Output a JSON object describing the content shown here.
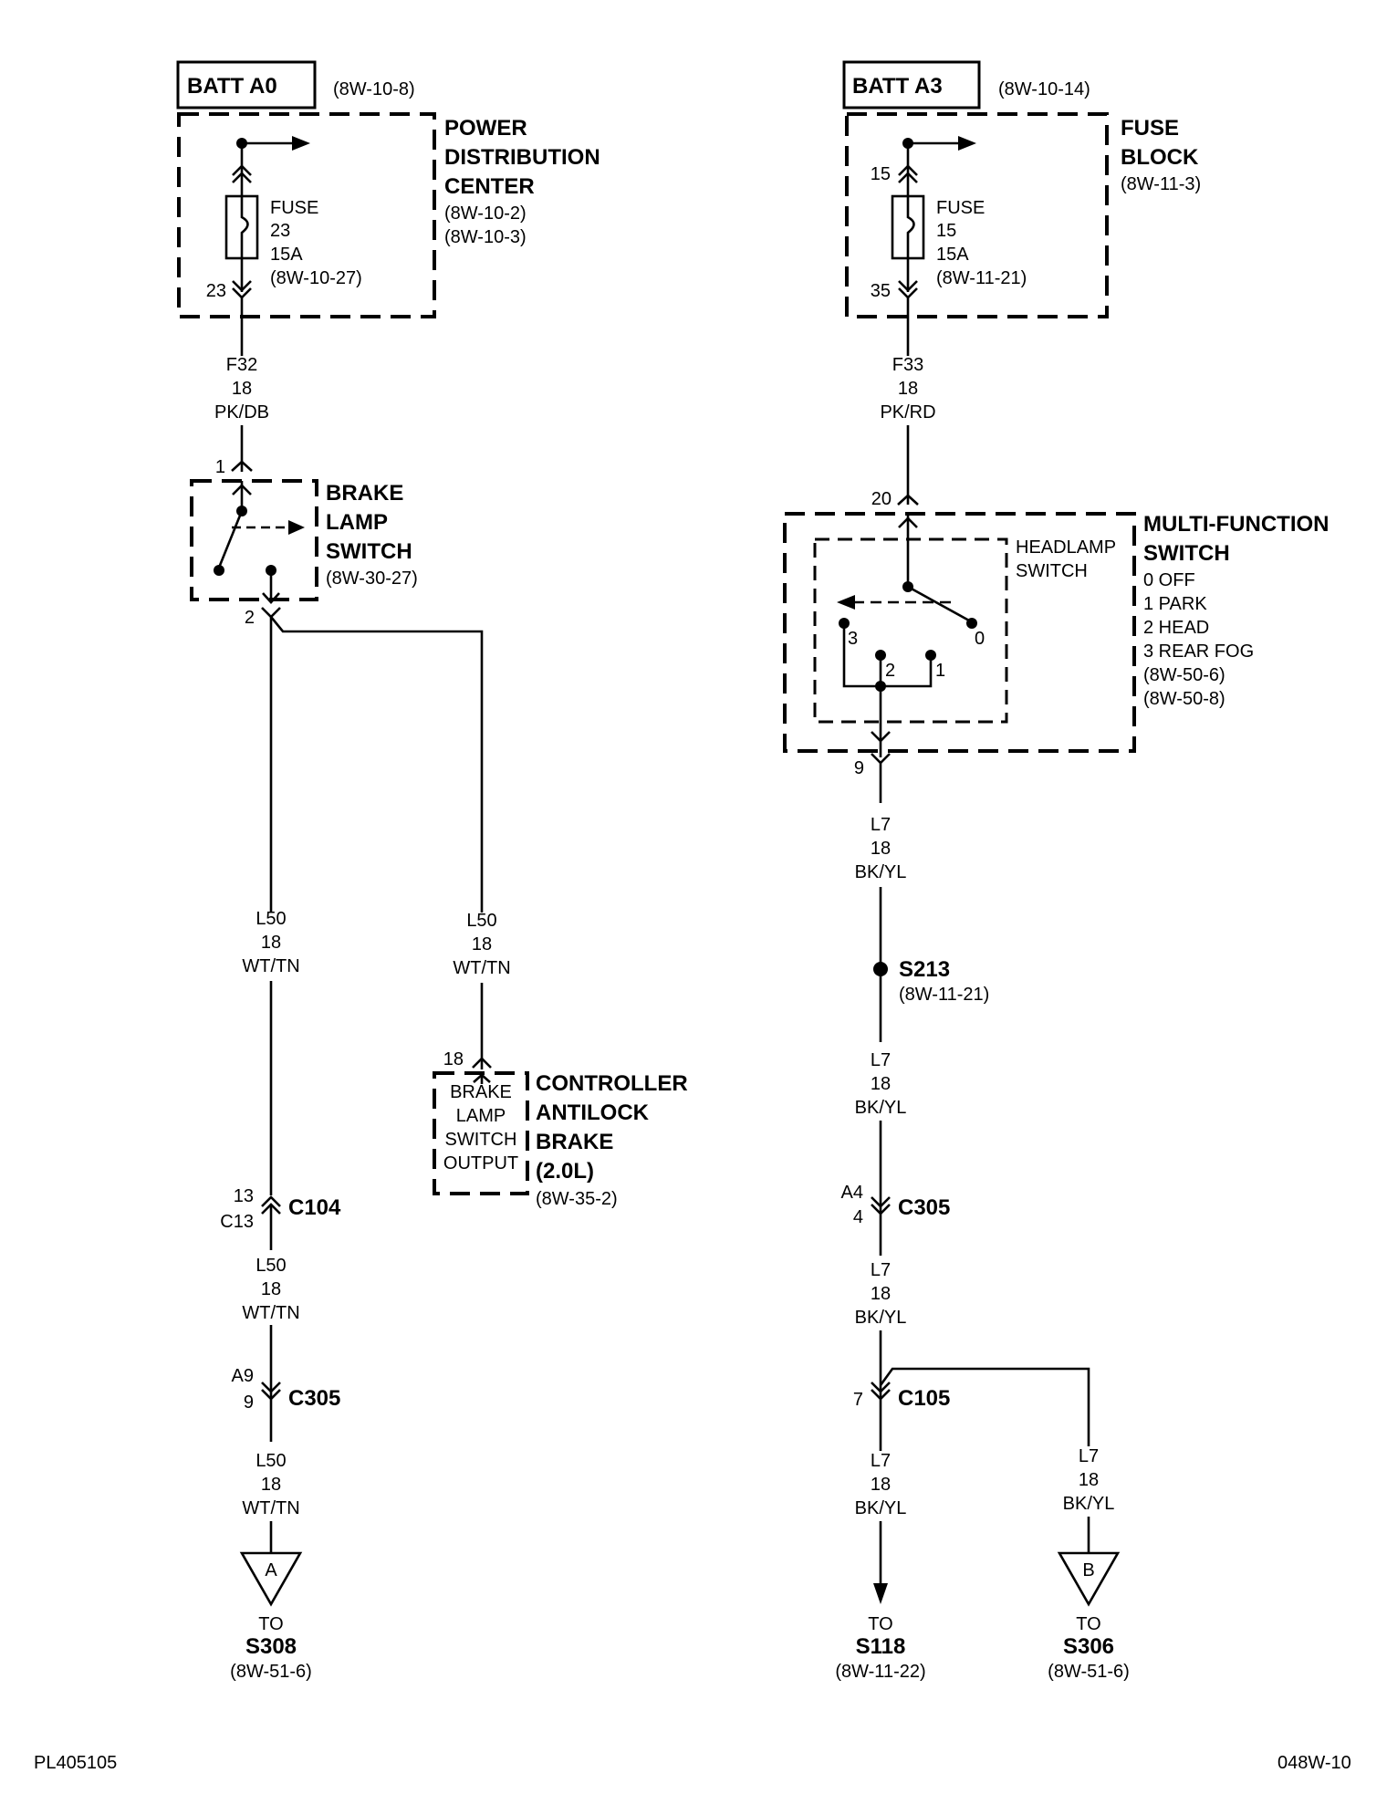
{
  "left": {
    "batt_label": "BATT A0",
    "batt_ref": "(8W-10-8)",
    "pdc_title": [
      "POWER",
      "DISTRIBUTION",
      "CENTER"
    ],
    "pdc_refs": [
      "(8W-10-2)",
      "(8W-10-3)"
    ],
    "fuse_lines": [
      "FUSE",
      "23",
      "15A",
      "(8W-10-27)"
    ],
    "fuse_pin": "23",
    "wire_f32": [
      "F32",
      "18",
      "PK/DB"
    ],
    "switch_pin_in": "1",
    "switch_title": [
      "BRAKE",
      "LAMP",
      "SWITCH"
    ],
    "switch_ref": "(8W-30-27)",
    "switch_pin_out": "2",
    "wire_l50_a": [
      "L50",
      "18",
      "WT/TN"
    ],
    "wire_l50_b": [
      "L50",
      "18",
      "WT/TN"
    ],
    "ctrl_pin": "18",
    "ctrl_box": [
      "BRAKE",
      "LAMP",
      "SWITCH",
      "OUTPUT"
    ],
    "ctrl_title": [
      "CONTROLLER",
      "ANTILOCK",
      "BRAKE",
      "(2.0L)"
    ],
    "ctrl_ref": "(8W-35-2)",
    "c104_pins": [
      "13",
      "C13"
    ],
    "c104_label": "C104",
    "wire_l50_c": [
      "L50",
      "18",
      "WT/TN"
    ],
    "c305_pins": [
      "A9",
      "9"
    ],
    "c305_label": "C305",
    "wire_l50_d": [
      "L50",
      "18",
      "WT/TN"
    ],
    "term_letter": "A",
    "term_to": "TO",
    "term_dest": "S308",
    "term_ref": "(8W-51-6)"
  },
  "right": {
    "batt_label": "BATT A3",
    "batt_ref": "(8W-10-14)",
    "fb_title": [
      "FUSE",
      "BLOCK"
    ],
    "fb_ref": "(8W-11-3)",
    "fuse_top_pin": "15",
    "fuse_lines": [
      "FUSE",
      "15",
      "15A",
      "(8W-11-21)"
    ],
    "fuse_pin": "35",
    "wire_f33": [
      "F33",
      "18",
      "PK/RD"
    ],
    "mfs_pin_in": "20",
    "headlamp_label": [
      "HEADLAMP",
      "SWITCH"
    ],
    "mfs_title": [
      "MULTI-FUNCTION",
      "SWITCH"
    ],
    "mfs_positions": [
      "0 OFF",
      "1 PARK",
      "2 HEAD",
      "3 REAR FOG",
      "(8W-50-6)",
      "(8W-50-8)"
    ],
    "sw_contacts": [
      "3",
      "2",
      "1",
      "0"
    ],
    "mfs_pin_out": "9",
    "wire_l7_a": [
      "L7",
      "18",
      "BK/YL"
    ],
    "splice_label": "S213",
    "splice_ref": "(8W-11-21)",
    "wire_l7_b": [
      "L7",
      "18",
      "BK/YL"
    ],
    "c305_pins": [
      "A4",
      "4"
    ],
    "c305_label": "C305",
    "wire_l7_c": [
      "L7",
      "18",
      "BK/YL"
    ],
    "c105_pin": "7",
    "c105_label": "C105",
    "wire_l7_d": [
      "L7",
      "18",
      "BK/YL"
    ],
    "wire_l7_e": [
      "L7",
      "18",
      "BK/YL"
    ],
    "s118_to": "TO",
    "s118_dest": "S118",
    "s118_ref": "(8W-11-22)",
    "term_letter": "B",
    "s306_to": "TO",
    "s306_dest": "S306",
    "s306_ref": "(8W-51-6)"
  },
  "footer": {
    "left_code": "PL405105",
    "right_code": "048W-10"
  }
}
